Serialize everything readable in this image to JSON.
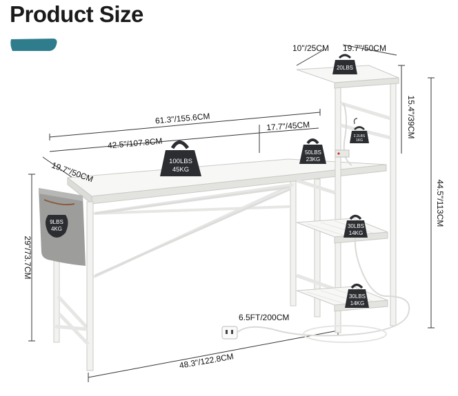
{
  "title": "Product Size",
  "colors": {
    "accent": "#2f7c8c",
    "frame": "#f2f2f0",
    "frame_edge": "#c9c9c6",
    "weight": "#2b2d31",
    "bag": "#9d9d9b",
    "dim_line": "#333333"
  },
  "dimensions": {
    "shelf_top_depth": "10\"/25CM",
    "shelf_top_width": "19.7\"/50CM",
    "total_length": "61.3\"/155.6CM",
    "main_desk_length": "42.5\"/107.8CM",
    "shelf_section_length": "17.7\"/45CM",
    "desk_depth": "19.7\"/50CM",
    "desk_height": "29\"/73.7CM",
    "shelf_height": "15.4\"/39CM",
    "total_height": "44.5\"/113CM",
    "cord_length": "6.5FT/200CM",
    "base_width": "48.3\"/122.8CM"
  },
  "weights": {
    "top_shelf": "20LBS",
    "desk": [
      "100LBS",
      "45KG"
    ],
    "shelf_corner": [
      "50LBS",
      "23KG"
    ],
    "hook": [
      "2.2LBS",
      "1KG"
    ],
    "middle_shelf": [
      "30LBS",
      "14KG"
    ],
    "bottom_shelf": [
      "30LBS",
      "14KG"
    ],
    "bag": [
      "9LBS",
      "4KG"
    ]
  },
  "icons": [
    "weight-icon",
    "hook-icon",
    "power-outlet-icon",
    "storage-bag-icon"
  ]
}
